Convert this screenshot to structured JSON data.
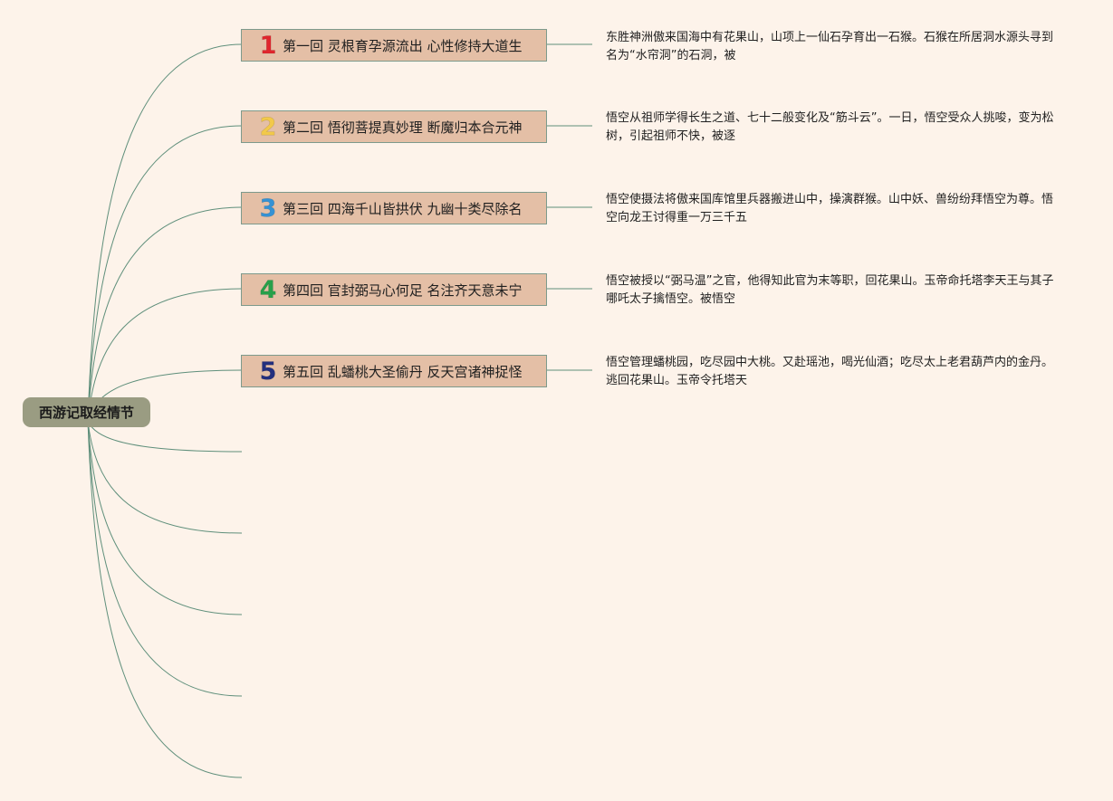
{
  "root": {
    "label": "西游记取经情节"
  },
  "chapters": [
    {
      "number": "1",
      "number_color": "#e0262d",
      "title": "第一回 灵根育孕源流出 心性修持大道生",
      "detail": "东胜神洲傲来国海中有花果山，山项上一仙石孕育出一石猴。石猴在所居洞水源头寻到名为“水帘洞”的石洞，被"
    },
    {
      "number": "2",
      "number_color": "#f2c94a",
      "title": "第二回 悟彻菩提真妙理 断魔归本合元神",
      "detail": "悟空从祖师学得长生之道、七十二般变化及“筋斗云”。一日，悟空受众人挑唆，变为松树，引起祖师不快，被逐"
    },
    {
      "number": "3",
      "number_color": "#3592d4",
      "title": "第三回 四海千山皆拱伏 九幽十类尽除名",
      "detail": "悟空使摄法将傲来国库馆里兵器搬进山中，操演群猴。山中妖、兽纷纷拜悟空为尊。悟空向龙王讨得重一万三千五"
    },
    {
      "number": "4",
      "number_color": "#27a04a",
      "title": "第四回 官封弼马心何足 名注齐天意未宁",
      "detail": "悟空被授以“弼马温”之官，他得知此官为末等职，回花果山。玉帝命托塔李天王与其子哪吒太子擒悟空。被悟空"
    },
    {
      "number": "5",
      "number_color": "#232f7e",
      "title": "第五回 乱蟠桃大圣偷丹 反天宫诸神捉怪",
      "detail": "悟空管理蟠桃园，吃尽园中大桃。又赴瑶池，喝光仙酒；吃尽太上老君葫芦内的金丹。逃回花果山。玉帝令托塔天"
    }
  ],
  "colors": {
    "background": "#fdf3ea",
    "root_fill": "#9a9c82",
    "chapter_fill": "#e4bfa6",
    "connector": "#5f8f7b"
  }
}
